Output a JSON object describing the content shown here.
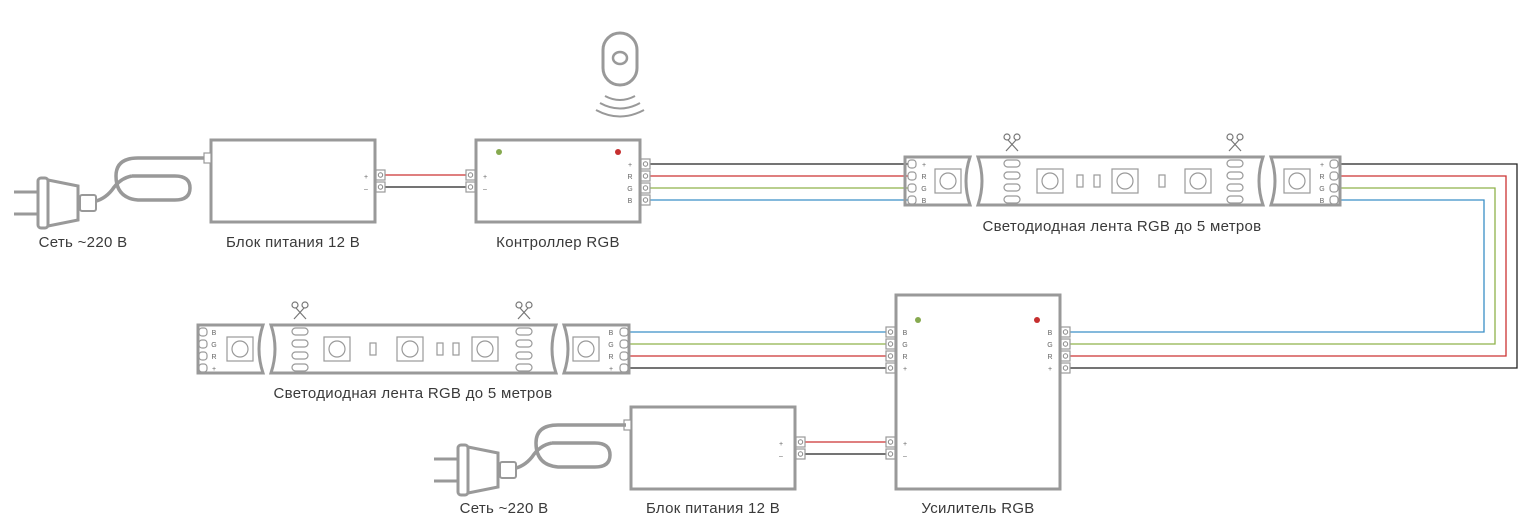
{
  "colors": {
    "device": "#999999",
    "wire_black": "#222222",
    "wire_red": "#cc3333",
    "wire_green": "#8fb24a",
    "wire_blue": "#3a8fc6",
    "led_green": "#86a94f",
    "led_red": "#c62f2f"
  },
  "icons": {
    "remote": "remote-control-icon",
    "plug": "power-plug-icon",
    "scissors": "scissors-icon",
    "led_chip": "smd-led-icon"
  },
  "labels": {
    "mains_top": "Сеть ~220 В",
    "psu_top": "Блок питания 12 В",
    "controller": "Контроллер RGB",
    "strip_top": "Светодиодная лента RGB до 5 метров",
    "strip_bottom": "Светодиодная лента RGB до 5 метров",
    "mains_bottom": "Сеть ~220 В",
    "psu_bottom": "Блок питания 12 В",
    "amplifier": "Усилитель RGB"
  },
  "pins": {
    "power": [
      "+",
      "–"
    ],
    "rgb_top": [
      "+",
      "R",
      "G",
      "B"
    ],
    "rgb_bottom": [
      "B",
      "G",
      "R",
      "+"
    ]
  }
}
